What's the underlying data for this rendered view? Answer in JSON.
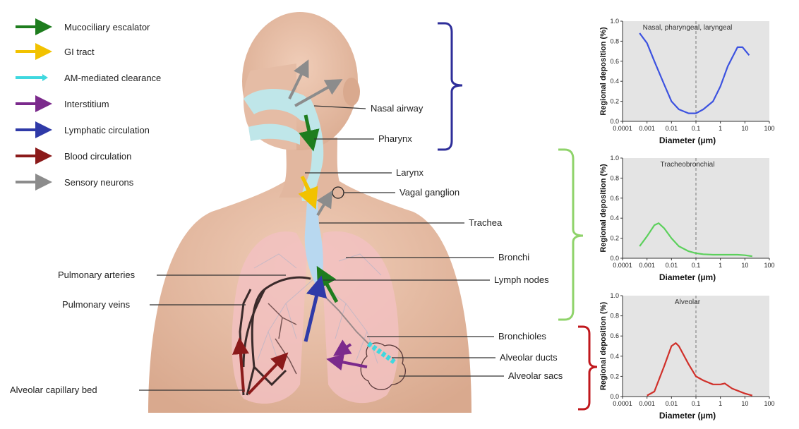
{
  "legend": [
    {
      "label": "Mucociliary escalator",
      "color": "#1e7d1e"
    },
    {
      "label": "GI tract",
      "color": "#f2c200"
    },
    {
      "label": "AM-mediated clearance",
      "color": "#3fd8df"
    },
    {
      "label": "Interstitium",
      "color": "#7b2a8c"
    },
    {
      "label": "Lymphatic circulation",
      "color": "#2f3aa8"
    },
    {
      "label": "Blood circulation",
      "color": "#8b1a1a"
    },
    {
      "label": "Sensory neurons",
      "color": "#8c8c8c"
    }
  ],
  "anatomy_labels": {
    "nasal_airway": "Nasal airway",
    "pharynx": "Pharynx",
    "larynx": "Larynx",
    "vagal_ganglion": "Vagal ganglion",
    "trachea": "Trachea",
    "bronchi": "Bronchi",
    "lymph_nodes": "Lymph nodes",
    "pulmonary_arteries": "Pulmonary arteries",
    "pulmonary_veins": "Pulmonary veins",
    "bronchioles": "Bronchioles",
    "alveolar_ducts": "Alveolar ducts",
    "alveolar_sacs": "Alveolar sacs",
    "alveolar_capillary_bed": "Alveolar capillary bed"
  },
  "bracket_colors": {
    "nasal": "#2e2e9a",
    "tracheo": "#8fd36a",
    "alveolar": "#c0171c"
  },
  "chart_data": [
    {
      "type": "line",
      "title": "Nasal, pharyngeal, laryngeal",
      "xlabel": "Diameter (µm)",
      "ylabel": "Regional deposition (%)",
      "xscale": "log",
      "xlim": [
        0.0001,
        100
      ],
      "ylim": [
        0,
        1.0
      ],
      "x_ticks": [
        "0.0001",
        "0.001",
        "0.01",
        "0.1",
        "1",
        "10",
        "100"
      ],
      "y_ticks": [
        "0.0",
        "0.2",
        "0.4",
        "0.6",
        "0.8",
        "1.0"
      ],
      "reference_line_x": 0.1,
      "color": "#3c52e0",
      "x": [
        0.0005,
        0.001,
        0.002,
        0.005,
        0.01,
        0.02,
        0.05,
        0.1,
        0.2,
        0.5,
        1,
        2,
        5,
        8,
        15
      ],
      "y": [
        0.88,
        0.78,
        0.6,
        0.37,
        0.2,
        0.12,
        0.08,
        0.08,
        0.12,
        0.2,
        0.35,
        0.55,
        0.74,
        0.74,
        0.66
      ]
    },
    {
      "type": "line",
      "title": "Tracheobronchial",
      "xlabel": "Diameter (µm)",
      "ylabel": "Regional deposition (%)",
      "xscale": "log",
      "xlim": [
        0.0001,
        100
      ],
      "ylim": [
        0,
        1.0
      ],
      "x_ticks": [
        "0.0001",
        "0.001",
        "0.01",
        "0.1",
        "1",
        "10",
        "100"
      ],
      "y_ticks": [
        "0.0",
        "0.2",
        "0.4",
        "0.6",
        "0.8",
        "1.0"
      ],
      "reference_line_x": 0.1,
      "color": "#5cd05c",
      "x": [
        0.0005,
        0.001,
        0.002,
        0.003,
        0.005,
        0.01,
        0.02,
        0.05,
        0.1,
        0.2,
        0.5,
        1,
        5,
        10,
        20
      ],
      "y": [
        0.12,
        0.22,
        0.33,
        0.35,
        0.3,
        0.2,
        0.12,
        0.07,
        0.05,
        0.04,
        0.035,
        0.035,
        0.035,
        0.03,
        0.02
      ]
    },
    {
      "type": "line",
      "title": "Alveolar",
      "xlabel": "Diameter (µm)",
      "ylabel": "Regional deposition (%)",
      "xscale": "log",
      "xlim": [
        0.0001,
        100
      ],
      "ylim": [
        0,
        1.0
      ],
      "x_ticks": [
        "0.0001",
        "0.001",
        "0.01",
        "0.1",
        "1",
        "10",
        "100"
      ],
      "y_ticks": [
        "0.0",
        "0.2",
        "0.4",
        "0.6",
        "0.8",
        "1.0"
      ],
      "reference_line_x": 0.1,
      "color": "#d0302a",
      "x": [
        0.001,
        0.002,
        0.005,
        0.01,
        0.015,
        0.02,
        0.05,
        0.1,
        0.2,
        0.5,
        1,
        1.5,
        3,
        10,
        20
      ],
      "y": [
        0.01,
        0.05,
        0.3,
        0.5,
        0.53,
        0.5,
        0.32,
        0.2,
        0.16,
        0.12,
        0.12,
        0.13,
        0.08,
        0.03,
        0.01
      ]
    }
  ]
}
